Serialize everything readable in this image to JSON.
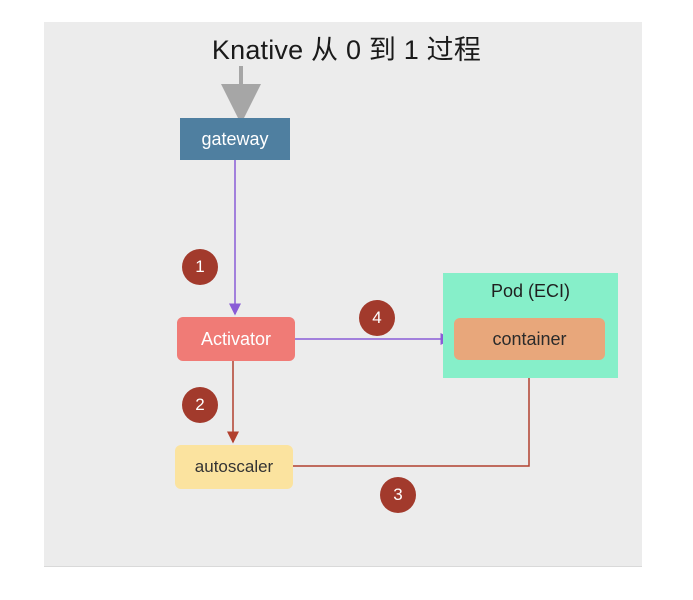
{
  "title": "Knative 从 0 到 1 过程",
  "nodes": {
    "gateway": "gateway",
    "activator": "Activator",
    "autoscaler": "autoscaler",
    "pod": "Pod (ECI)",
    "container": "container"
  },
  "steps": [
    "1",
    "2",
    "3",
    "4"
  ],
  "colors": {
    "gateway": "#4f7fa0",
    "activator": "#f07b76",
    "autoscaler": "#fbe39f",
    "pod": "#86efc9",
    "container": "#e8a77b",
    "badge": "#a23a2c",
    "request_arrow": "#8a5cd6",
    "scale_arrow": "#b2402e",
    "entry_arrow": "#a6a6a6"
  }
}
